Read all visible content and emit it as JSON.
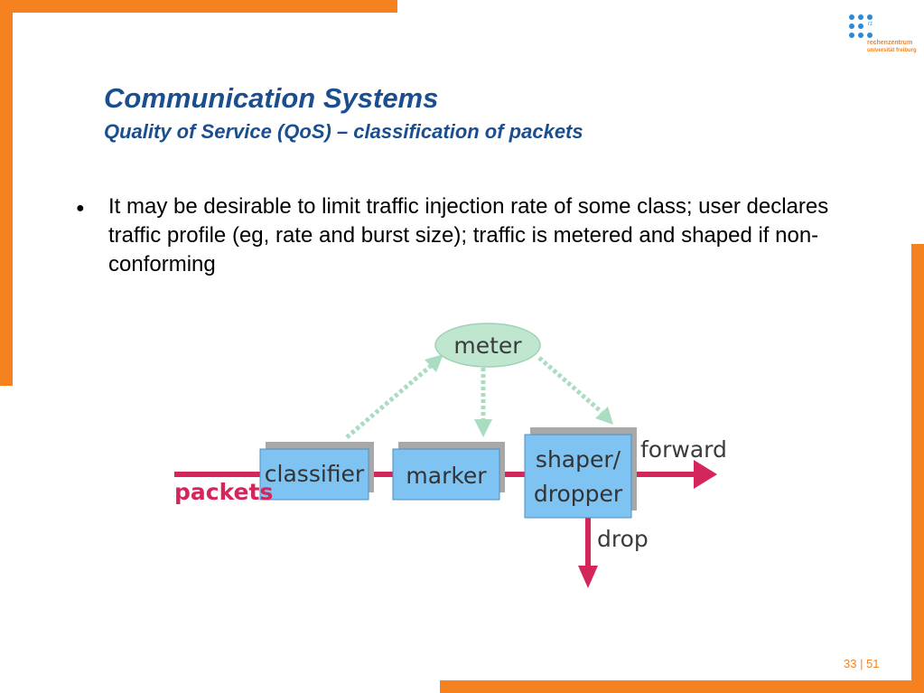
{
  "header": {
    "title": "Communication Systems",
    "subtitle": "Quality of Service (QoS) – classification of packets"
  },
  "logo": {
    "abbrev": "rz",
    "line1": "rechenzentrum",
    "line2": "universität freiburg"
  },
  "body": {
    "bullet_text": "It may be desirable to limit traffic injection rate of some class; user declares traffic profile (eg, rate and burst size); traffic is metered and shaped if non-conforming"
  },
  "diagram": {
    "meter": "meter",
    "classifier": "classifier",
    "marker": "marker",
    "shaper_line1": "shaper/",
    "shaper_line2": "dropper",
    "forward": "forward",
    "drop": "drop",
    "packets": "packets"
  },
  "colors": {
    "accent": "#f5821f",
    "title": "#1a4e8f",
    "box_fill": "#7ec3f2",
    "box_shadow": "#a8a8a8",
    "meter_fill": "#bfe6cf",
    "flow_red": "#d4265b",
    "dotted_green": "#a9dcc0"
  },
  "footer": {
    "page": "33 | 51"
  }
}
